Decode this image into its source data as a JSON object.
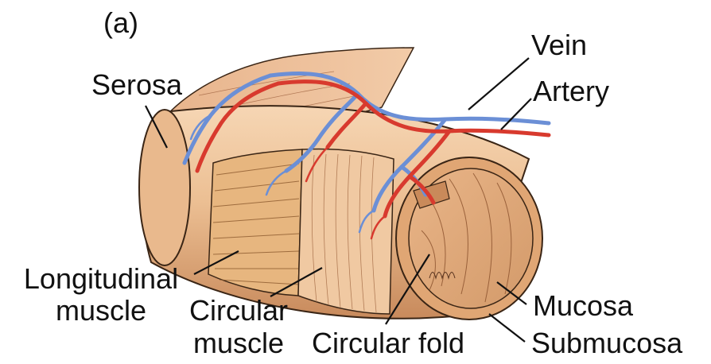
{
  "panel_label": "(a)",
  "labels": {
    "serosa": "Serosa",
    "vein": "Vein",
    "artery": "Artery",
    "longitudinal_muscle_1": "Longitudinal",
    "longitudinal_muscle_2": "muscle",
    "circular_muscle_1": "Circular",
    "circular_muscle_2": "muscle",
    "circular_fold": "Circular fold",
    "mucosa": "Mucosa",
    "submucosa": "Submucosa"
  },
  "colors": {
    "tissue_light": "#f3c9a3",
    "tissue_mid": "#e3a878",
    "tissue_dark": "#b8754b",
    "vein_blue": "#6b8fd6",
    "artery_red": "#d83a2e",
    "outline": "#3a2515"
  }
}
